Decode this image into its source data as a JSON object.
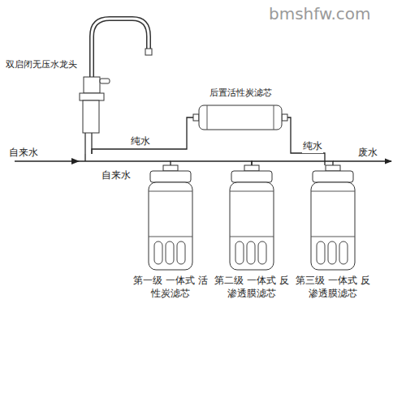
{
  "diagram": {
    "nodes": [
      {
        "text": [
          "双启闭无压水龙头"
        ]
      },
      {
        "text": [
          "后置活性炭滤芯"
        ]
      },
      {
        "text": [
          "第一级 一体式 活性炭滤芯"
        ]
      },
      {
        "text": [
          "第二级 一体式 反渗透膜滤芯"
        ]
      },
      {
        "text": [
          "第三级 一体式 反渗透膜滤芯"
        ]
      }
    ],
    "edges": [
      {
        "from": 2,
        "to": 3,
        "arrow": "none"
      },
      {
        "from": 3,
        "to": 4,
        "arrow": "none"
      },
      {
        "from": 4,
        "to": 1,
        "arrow": "none"
      },
      {
        "from": 1,
        "to": 0,
        "arrow": "none"
      }
    ],
    "labels": [
      "bmshfw.com",
      "自来水",
      "纯水",
      "纯水",
      "废水",
      "自来水"
    ]
  }
}
